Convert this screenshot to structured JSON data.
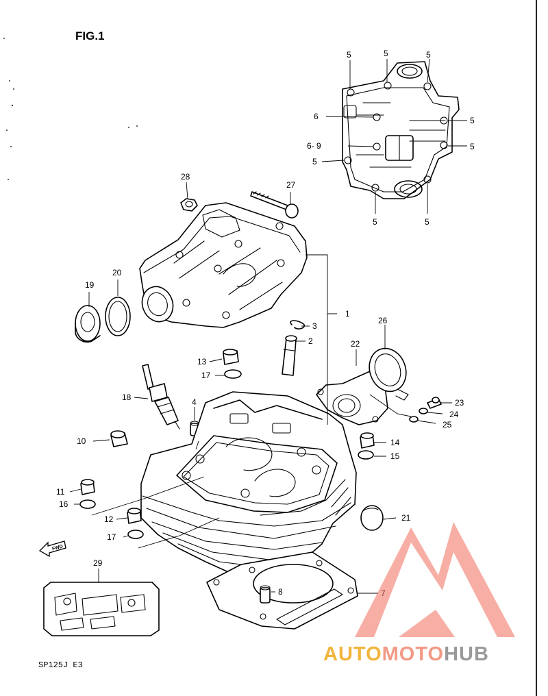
{
  "figure_title": "FIG.1",
  "model_code": "SP125J  E3",
  "fwd_label": "FWD",
  "watermark": {
    "brand_a": "AUTO",
    "brand_b": "MOTO",
    "brand_c": "HUB",
    "color_a": "#f3b43c",
    "color_b": "#f29a86",
    "color_c": "#9a9a9a",
    "logo_color": "#f06b5a"
  },
  "callouts": {
    "c1": "1",
    "c2": "2",
    "c3": "3",
    "c4": "4",
    "c5": "5",
    "c6": "6",
    "c69": "6- 9",
    "c7": "7",
    "c8": "8",
    "c10": "10",
    "c11": "11",
    "c12": "12",
    "c13": "13",
    "c14": "14",
    "c15": "15",
    "c16": "16",
    "c17": "17",
    "c18": "18",
    "c19": "19",
    "c20": "20",
    "c21": "21",
    "c22": "22",
    "c23": "23",
    "c24": "24",
    "c25": "25",
    "c26": "26",
    "c27": "27",
    "c28": "28",
    "c29": "29"
  }
}
